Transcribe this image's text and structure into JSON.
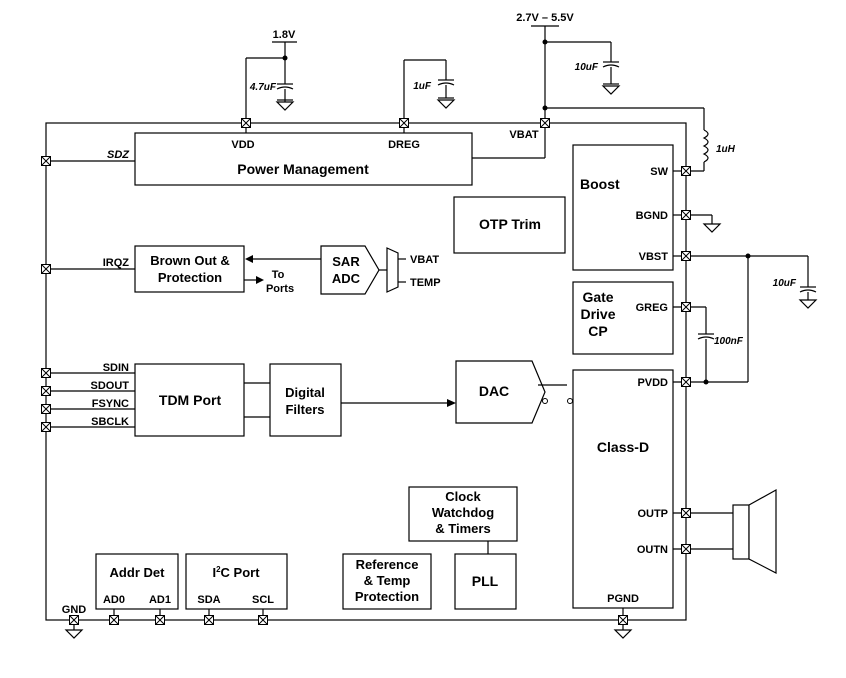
{
  "supplies": {
    "v18": "1.8V",
    "vrange": "2.7V – 5.5V"
  },
  "caps": {
    "c1": "4.7uF",
    "c2": "1uF",
    "c3": "10uF",
    "c4": "10uF",
    "c5": "100nF"
  },
  "inductor": "1uH",
  "power_mgmt": {
    "title": "Power Management",
    "vdd": "VDD",
    "dreg": "DREG",
    "vbat": "VBAT"
  },
  "sdz": "SDZ",
  "irqz": "IRQZ",
  "brownout": {
    "line1": "Brown Out &",
    "line2": "Protection"
  },
  "to_ports": {
    "line1": "To",
    "line2": "Ports"
  },
  "sar": {
    "line1": "SAR",
    "line2": "ADC",
    "vbat": "VBAT",
    "temp": "TEMP"
  },
  "otp": "OTP Trim",
  "boost": {
    "title": "Boost",
    "sw": "SW",
    "bgnd": "BGND",
    "vbst": "VBST"
  },
  "gate": {
    "line1": "Gate",
    "line2": "Drive",
    "line3": "CP",
    "greg": "GREG"
  },
  "tdm": {
    "title": "TDM Port",
    "sdin": "SDIN",
    "sdout": "SDOUT",
    "fsync": "FSYNC",
    "sbclk": "SBCLK"
  },
  "filters": {
    "line1": "Digital",
    "line2": "Filters"
  },
  "dac": "DAC",
  "classd": {
    "title": "Class-D",
    "pvdd": "PVDD",
    "outp": "OUTP",
    "outn": "OUTN",
    "pgnd": "PGND"
  },
  "clock": {
    "line1": "Clock",
    "line2": "Watchdog",
    "line3": "& Timers"
  },
  "pll": "PLL",
  "ref": {
    "line1": "Reference",
    "line2": "& Temp",
    "line3": "Protection"
  },
  "addr": {
    "title": "Addr Det",
    "ad0": "AD0",
    "ad1": "AD1"
  },
  "i2c": {
    "title_pre": "I",
    "title_sup": "2",
    "title_post": "C Port",
    "sda": "SDA",
    "scl": "SCL"
  },
  "gnd": "GND"
}
